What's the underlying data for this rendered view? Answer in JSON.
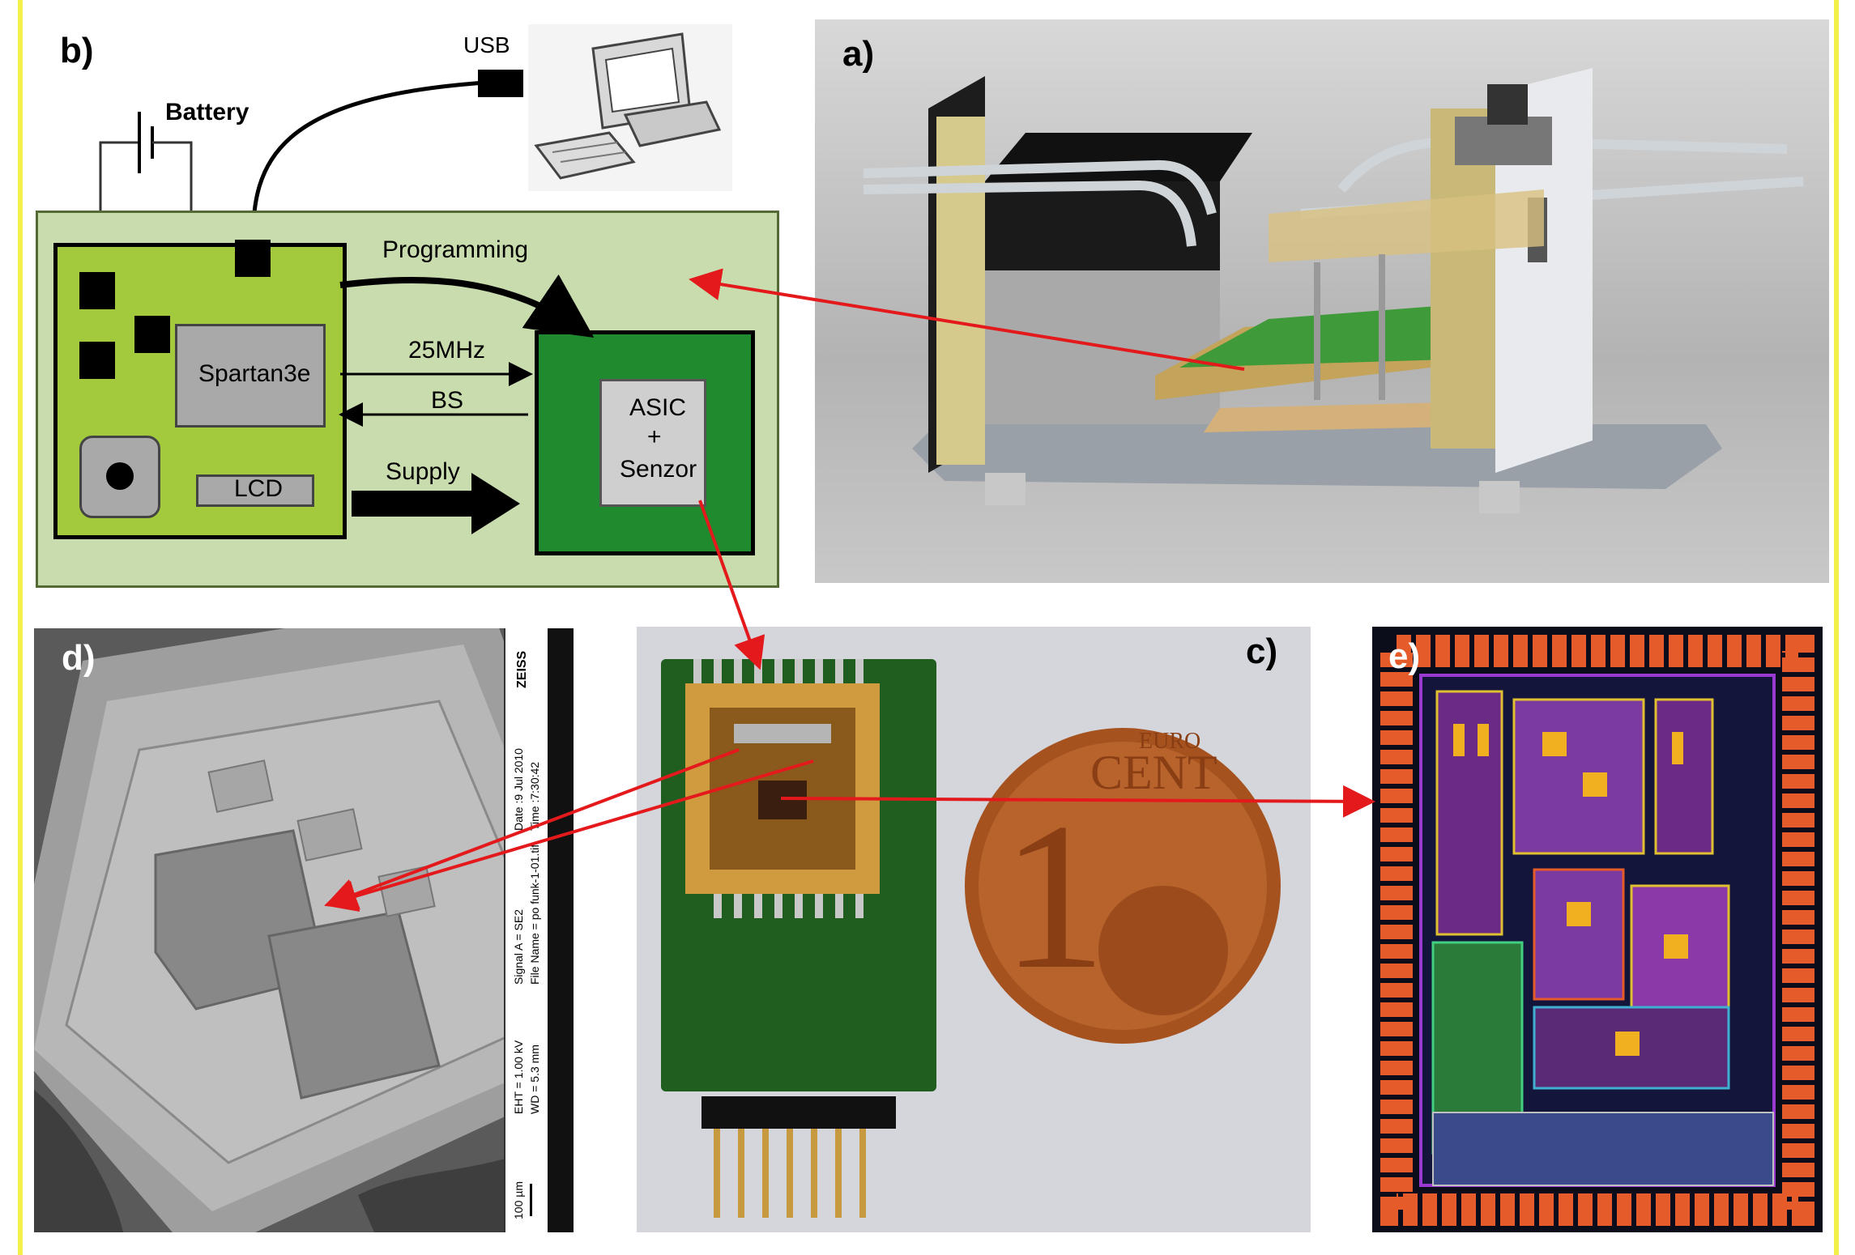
{
  "panels": {
    "a": {
      "label": "a)"
    },
    "b": {
      "label": "b)",
      "battery": "Battery",
      "usb": "USB",
      "programming": "Programming",
      "freq": "25MHz",
      "bs": "BS",
      "supply": "Supply",
      "fpga": "Spartan3e",
      "lcd": "LCD",
      "asic_line1": "ASIC",
      "asic_line2": "+",
      "asic_line3": "Senzor"
    },
    "c": {
      "label": "c)",
      "coin_text": "EURO",
      "coin_cent": "CENT",
      "coin_value": "1"
    },
    "d": {
      "label": "d)",
      "sem_brand": "ZEISS",
      "sem_date": "Date :9 Jul 2010",
      "sem_time": "Time :7:30:42",
      "sem_signal": "Signal A = SE2",
      "sem_file": "File Name = po funk-1-01.tif",
      "sem_eht": "EHT = 1.00 kV",
      "sem_wd": "WD = 5.3 mm",
      "sem_scale": "100 µm"
    },
    "e": {
      "label": "e)"
    }
  },
  "colors": {
    "board_bg": "#c9dcae",
    "fpga_board": "#a3c93c",
    "asic_board": "#1f8a2e",
    "arrow_red": "#e3191c",
    "edge_yellow": "#f4f04a"
  }
}
